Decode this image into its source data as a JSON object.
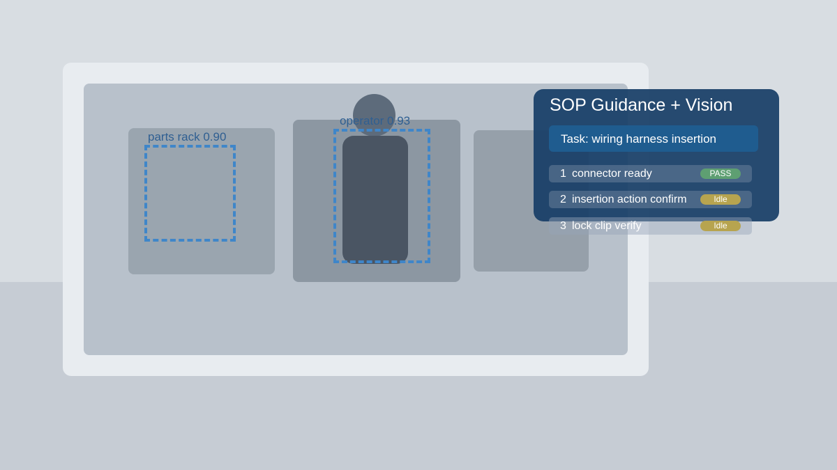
{
  "detections": [
    {
      "label": "parts rack 0.90",
      "object": "parts rack",
      "confidence": 0.9
    },
    {
      "label": "operator 0.93",
      "object": "operator",
      "confidence": 0.93
    }
  ],
  "panel": {
    "title": "SOP Guidance + Vision",
    "task": "Task: wiring harness insertion",
    "steps": [
      {
        "num": "1",
        "label": "connector ready",
        "status": "PASS"
      },
      {
        "num": "2",
        "label": "insertion action confirm",
        "status": "Idle"
      },
      {
        "num": "3",
        "label": "lock clip verify",
        "status": "Idle"
      }
    ]
  },
  "colors": {
    "panel_bg": "#183e67",
    "detection_box": "#3f86c9",
    "status_pass": "#5e9f72",
    "status_idle": "#b7a44f"
  }
}
